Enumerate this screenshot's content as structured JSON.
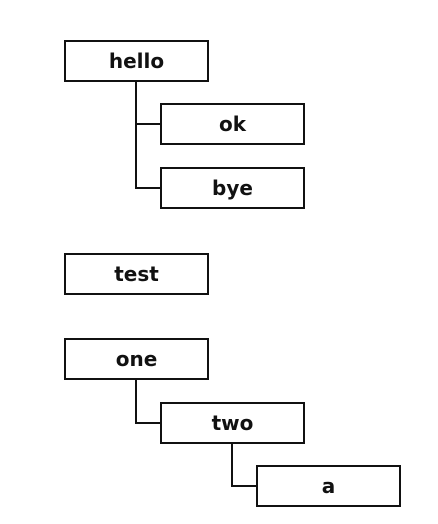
{
  "trees": [
    {
      "root": {
        "label": "hello"
      },
      "children": [
        {
          "label": "ok"
        },
        {
          "label": "bye"
        }
      ]
    },
    {
      "root": {
        "label": "test"
      },
      "children": []
    },
    {
      "root": {
        "label": "one"
      },
      "children": [
        {
          "label": "two",
          "children": [
            {
              "label": "a"
            }
          ]
        }
      ]
    }
  ],
  "colors": {
    "border": "#111111",
    "text": "#111111",
    "background": "#ffffff"
  }
}
